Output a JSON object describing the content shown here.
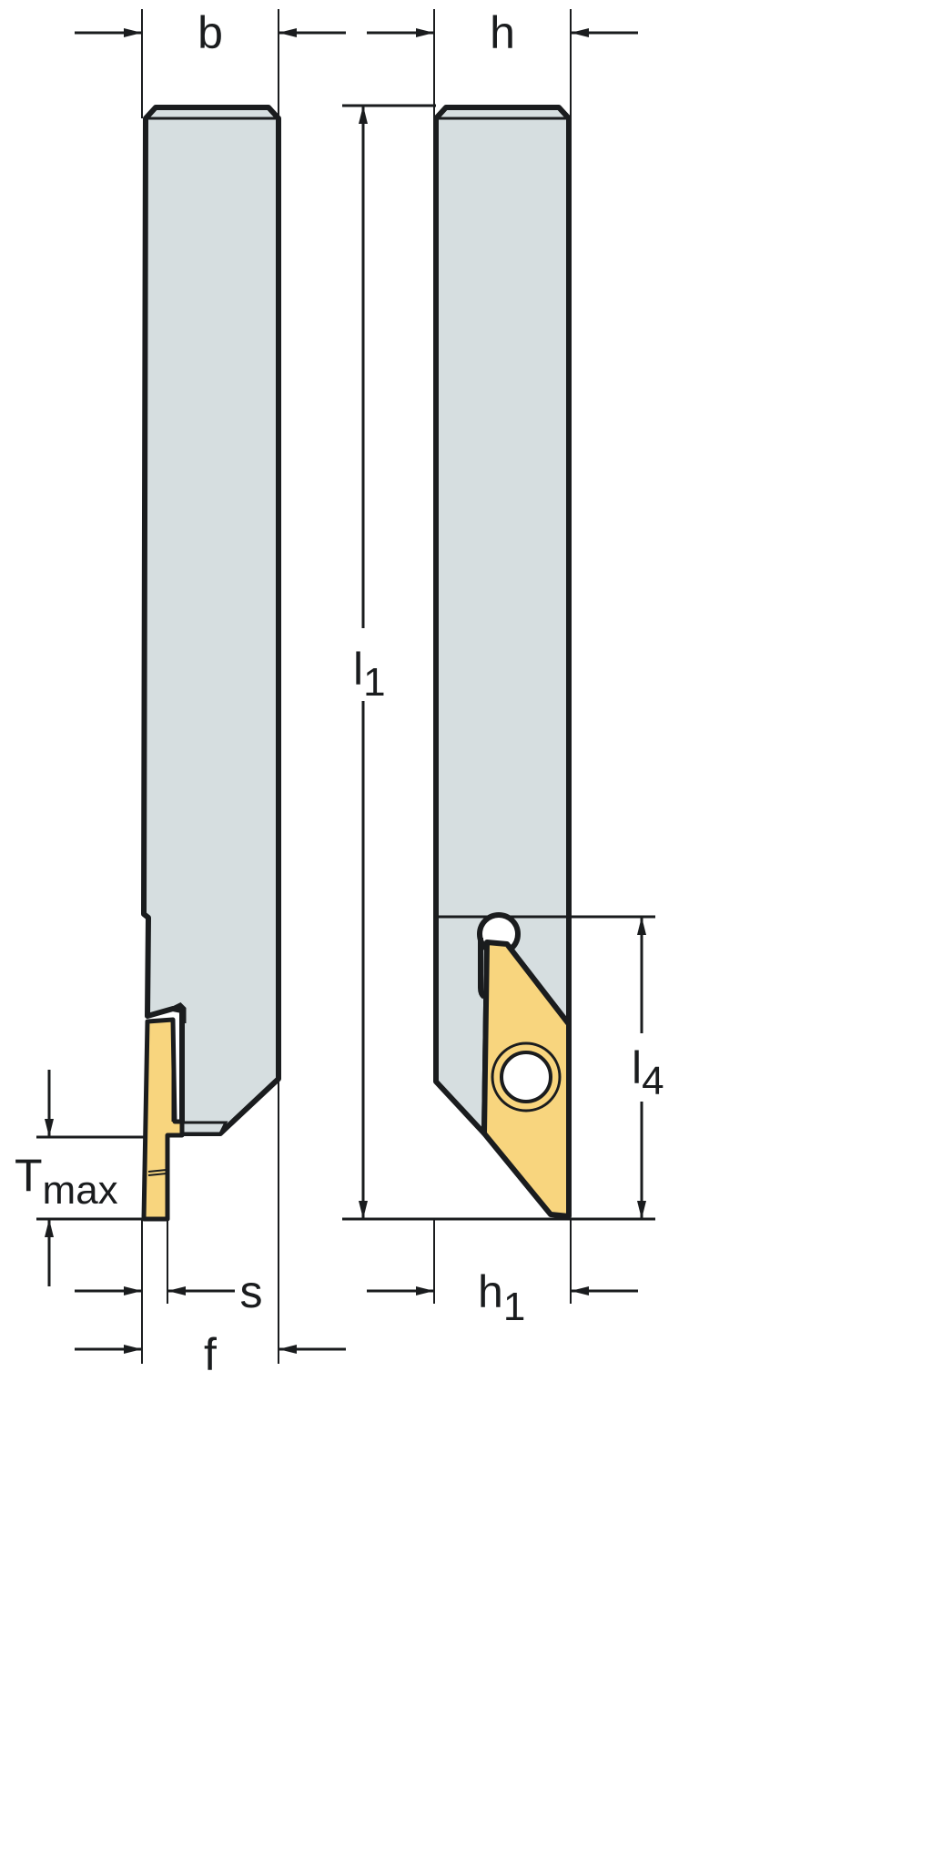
{
  "diagram": {
    "type": "technical-drawing",
    "subject": "parting/grooving tool holder with insert — side and top views",
    "colors": {
      "background": "#ffffff",
      "outline": "#1a1c1e",
      "holder_body": "#d6dee0",
      "insert": "#f8d57e"
    },
    "dimensions": {
      "b": {
        "label": "b",
        "sub": ""
      },
      "h": {
        "label": "h",
        "sub": ""
      },
      "l1": {
        "label": "l",
        "sub": "1"
      },
      "l4": {
        "label": "l",
        "sub": "4"
      },
      "h1": {
        "label": "h",
        "sub": "1"
      },
      "tmax": {
        "label": "T",
        "sub": "max"
      },
      "s": {
        "label": "s",
        "sub": ""
      },
      "f": {
        "label": "f",
        "sub": ""
      }
    },
    "views": {
      "left": "front view (width b, insert width s, offset f, max depth Tmax)",
      "right": "side view (height h, length l1, insert length l4, height h1)"
    }
  }
}
